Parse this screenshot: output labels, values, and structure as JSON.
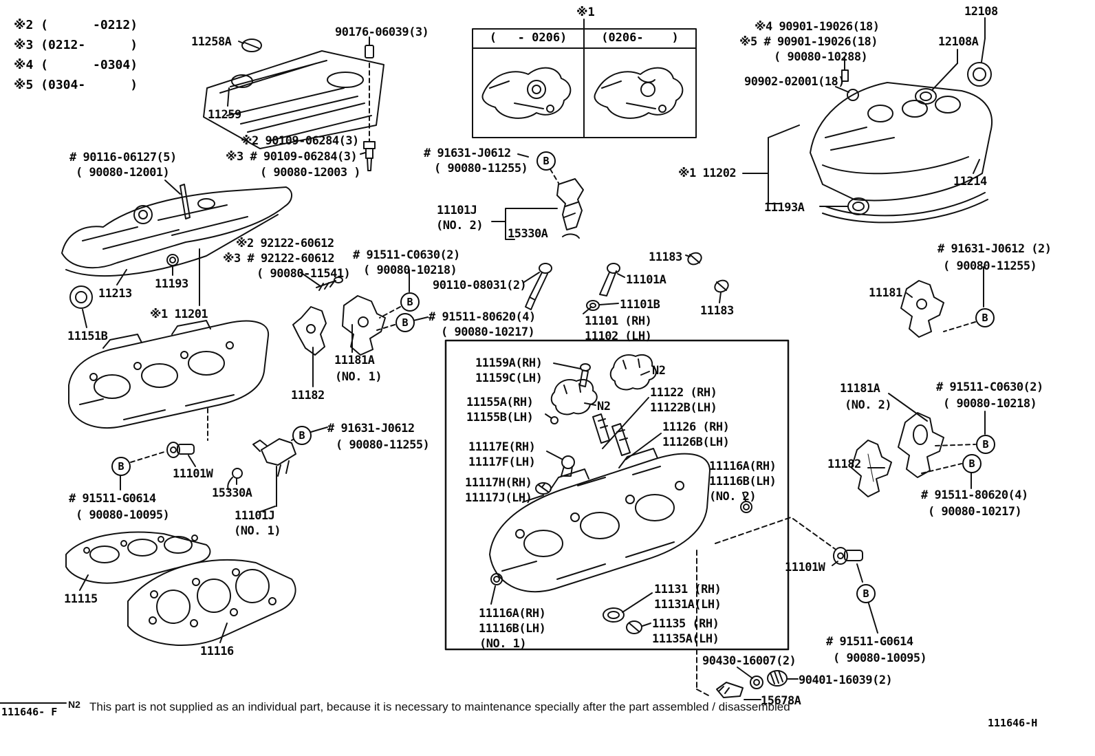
{
  "markers": {
    "b": "B",
    "n2": "N2"
  },
  "legend": {
    "text": "※2 (      -0212)\n※3 (0212-      )\n※4 (      -0304)\n※5 (0304-      )"
  },
  "table": {
    "flag": "※1",
    "col_left": "(   - 0206)",
    "col_right": "(0206-    )"
  },
  "labels": {
    "l11258A": "11258A",
    "l90176": "90176-06039(3)",
    "l11259": "11259",
    "l90109a": "※2 90109-06284(3)",
    "l90109b": "※3 # 90109-06284(3)",
    "l90109c": "( 90080-12003 )",
    "l90116a": "# 90116-06127(5)",
    "l90116b": "( 90080-12001)",
    "l90901a": "※4 90901-19026(18)",
    "l90901b": "※5 # 90901-19026(18)",
    "l90901c": "( 90080-10288)",
    "l90902": "90902-02001(18)",
    "l12108": "12108",
    "l12108A": "12108A",
    "l11202": "※1 11202",
    "l11214": "11214",
    "l11193A": "11193A",
    "l91631a": "# 91631-J0612",
    "l91631b": "( 90080-11255)",
    "l91631_2a": "# 91631-J0612 (2)",
    "l11101J": "11101J",
    "lno1": "(NO. 1)",
    "lno2": "(NO. 2)",
    "l15330A": "15330A",
    "l92122a": "※2 92122-60612",
    "l92122b": "※3 # 92122-60612",
    "l92122c": "( 90080-11541)",
    "l91511Ca": "# 91511-C0630(2)",
    "l91511Cb": "( 90080-10218)",
    "l90110": "90110-08031(2)",
    "l80620a": "# 91511-80620(4)",
    "l80620b": "( 90080-10217)",
    "l11183": "11183",
    "l11101A": "11101A",
    "l11101B": "11101B",
    "l11101": "11101 (RH)",
    "l11102": "11102 (LH)",
    "l11181": "11181",
    "l11213": "11213",
    "l11193": "11193",
    "l11201": "※1 11201",
    "l11151B": "11151B",
    "l11181A": "11181A",
    "l11182": "11182",
    "l91511Ga": "# 91511-G0614",
    "l91511Gb": "( 90080-10095)",
    "l11101W": "11101W",
    "l11115": "11115",
    "l11116": "11116",
    "l11159": "11159A(RH)\n11159C(LH)",
    "l11155": "11155A(RH)\n11155B(LH)",
    "l11122": "11122 (RH)\n11122B(LH)",
    "l11126": "11126 (RH)\n11126B(LH)",
    "l11117EF": "11117E(RH)\n11117F(LH)",
    "l11117HJ": "11117H(RH)\n11117J(LH)",
    "l11116AB": "11116A(RH)\n11116B(LH)",
    "l11131": "11131 (RH)\n11131A(LH)",
    "l11135": "11135 (RH)\n11135A(LH)",
    "l90430": "90430-16007(2)",
    "l90401": "90401-16039(2)",
    "l15678A": "15678A"
  },
  "footer": {
    "left": "111646- F",
    "right": "111646-H",
    "note_mark": "N2",
    "note": "This part is not supplied as an individual part, because it is necessary to maintenance specially after the part assembled / disassembled"
  }
}
